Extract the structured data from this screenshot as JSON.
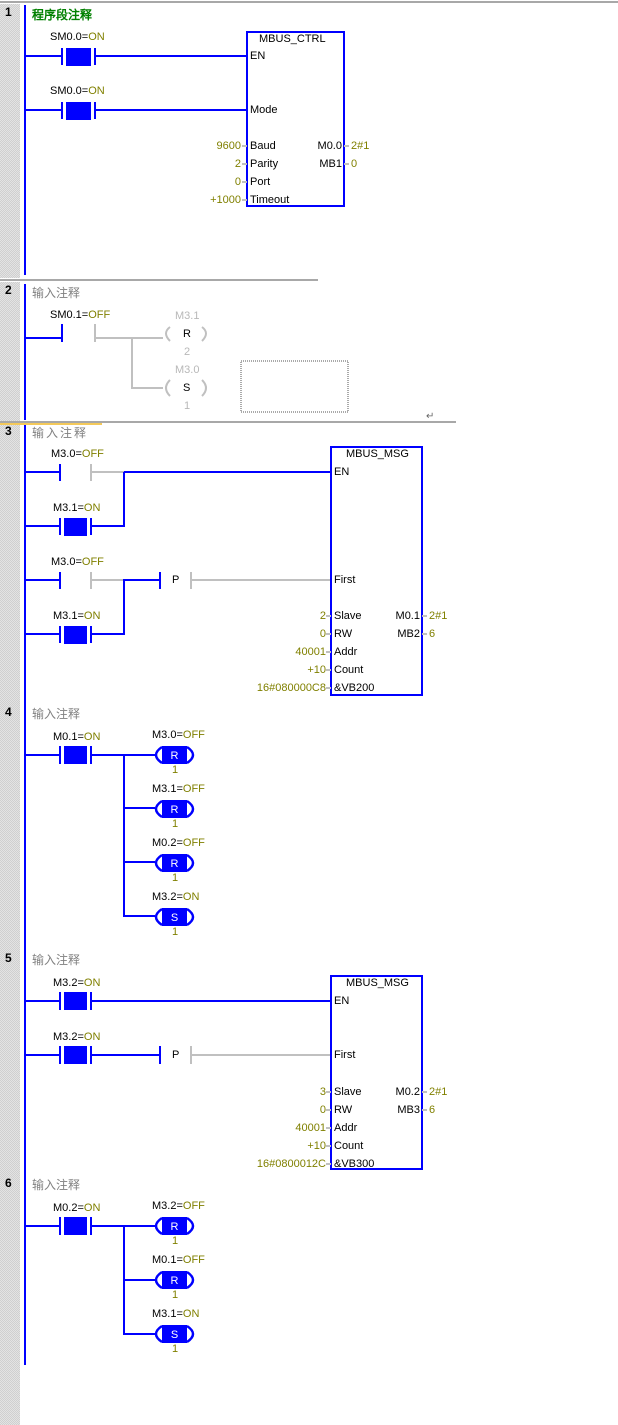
{
  "colors": {
    "power": "#0000ff",
    "unpowered": "#c0c0c0",
    "value": "#808000",
    "comment_first": "#008000",
    "comment": "#808080",
    "separator": "#a8a8a8",
    "active_separator": "#f4c95a"
  },
  "networks": [
    {
      "number": "1",
      "comment": "程序段注释",
      "contacts": [
        {
          "address": "SM0.0",
          "state": "ON"
        },
        {
          "address": "SM0.0",
          "state": "ON"
        }
      ],
      "box": {
        "title": "MBUS_CTRL",
        "inputs": [
          {
            "pin": "EN",
            "value": ""
          },
          {
            "pin": "Mode",
            "value": ""
          },
          {
            "pin": "Baud",
            "value": "9600"
          },
          {
            "pin": "Parity",
            "value": "2"
          },
          {
            "pin": "Port",
            "value": "0"
          },
          {
            "pin": "Timeout",
            "value": "+1000"
          }
        ],
        "outputs": [
          {
            "pin": "M0.0",
            "value": "2#1"
          },
          {
            "pin": "MB1",
            "value": "0"
          }
        ]
      }
    },
    {
      "number": "2",
      "comment": "输入注释",
      "contacts": [
        {
          "address": "SM0.1",
          "state": "OFF"
        }
      ],
      "coils": [
        {
          "address": "M3.1",
          "type": "R",
          "count": "2"
        },
        {
          "address": "M3.0",
          "type": "S",
          "count": "1"
        }
      ],
      "return_symbol": "↵"
    },
    {
      "number": "3",
      "comment": "输入注释",
      "contacts": [
        {
          "address": "M3.0",
          "state": "OFF"
        },
        {
          "address": "M3.1",
          "state": "ON"
        },
        {
          "address": "M3.0",
          "state": "OFF"
        },
        {
          "address": "M3.1",
          "state": "ON"
        }
      ],
      "edge_label": "P",
      "box": {
        "title": "MBUS_MSG",
        "inputs": [
          {
            "pin": "EN",
            "value": ""
          },
          {
            "pin": "First",
            "value": ""
          },
          {
            "pin": "Slave",
            "value": "2"
          },
          {
            "pin": "RW",
            "value": "0"
          },
          {
            "pin": "Addr",
            "value": "40001"
          },
          {
            "pin": "Count",
            "value": "+10"
          },
          {
            "pin": "&VB200",
            "value": "16#080000C8"
          }
        ],
        "outputs": [
          {
            "pin": "M0.1",
            "value": "2#1"
          },
          {
            "pin": "MB2",
            "value": "6"
          }
        ]
      }
    },
    {
      "number": "4",
      "comment": "输入注释",
      "contacts": [
        {
          "address": "M0.1",
          "state": "ON"
        }
      ],
      "coils": [
        {
          "address": "M3.0",
          "state": "OFF",
          "type": "R",
          "count": "1"
        },
        {
          "address": "M3.1",
          "state": "OFF",
          "type": "R",
          "count": "1"
        },
        {
          "address": "M0.2",
          "state": "OFF",
          "type": "R",
          "count": "1"
        },
        {
          "address": "M3.2",
          "state": "ON",
          "type": "S",
          "count": "1"
        }
      ]
    },
    {
      "number": "5",
      "comment": "输入注释",
      "contacts": [
        {
          "address": "M3.2",
          "state": "ON"
        },
        {
          "address": "M3.2",
          "state": "ON"
        }
      ],
      "edge_label": "P",
      "box": {
        "title": "MBUS_MSG",
        "inputs": [
          {
            "pin": "EN",
            "value": ""
          },
          {
            "pin": "First",
            "value": ""
          },
          {
            "pin": "Slave",
            "value": "3"
          },
          {
            "pin": "RW",
            "value": "0"
          },
          {
            "pin": "Addr",
            "value": "40001"
          },
          {
            "pin": "Count",
            "value": "+10"
          },
          {
            "pin": "&VB300",
            "value": "16#0800012C"
          }
        ],
        "outputs": [
          {
            "pin": "M0.2",
            "value": "2#1"
          },
          {
            "pin": "MB3",
            "value": "6"
          }
        ]
      }
    },
    {
      "number": "6",
      "comment": "输入注释",
      "contacts": [
        {
          "address": "M0.2",
          "state": "ON"
        }
      ],
      "coils": [
        {
          "address": "M3.2",
          "state": "OFF",
          "type": "R",
          "count": "1"
        },
        {
          "address": "M0.1",
          "state": "OFF",
          "type": "R",
          "count": "1"
        },
        {
          "address": "M3.1",
          "state": "ON",
          "type": "S",
          "count": "1"
        }
      ]
    }
  ]
}
